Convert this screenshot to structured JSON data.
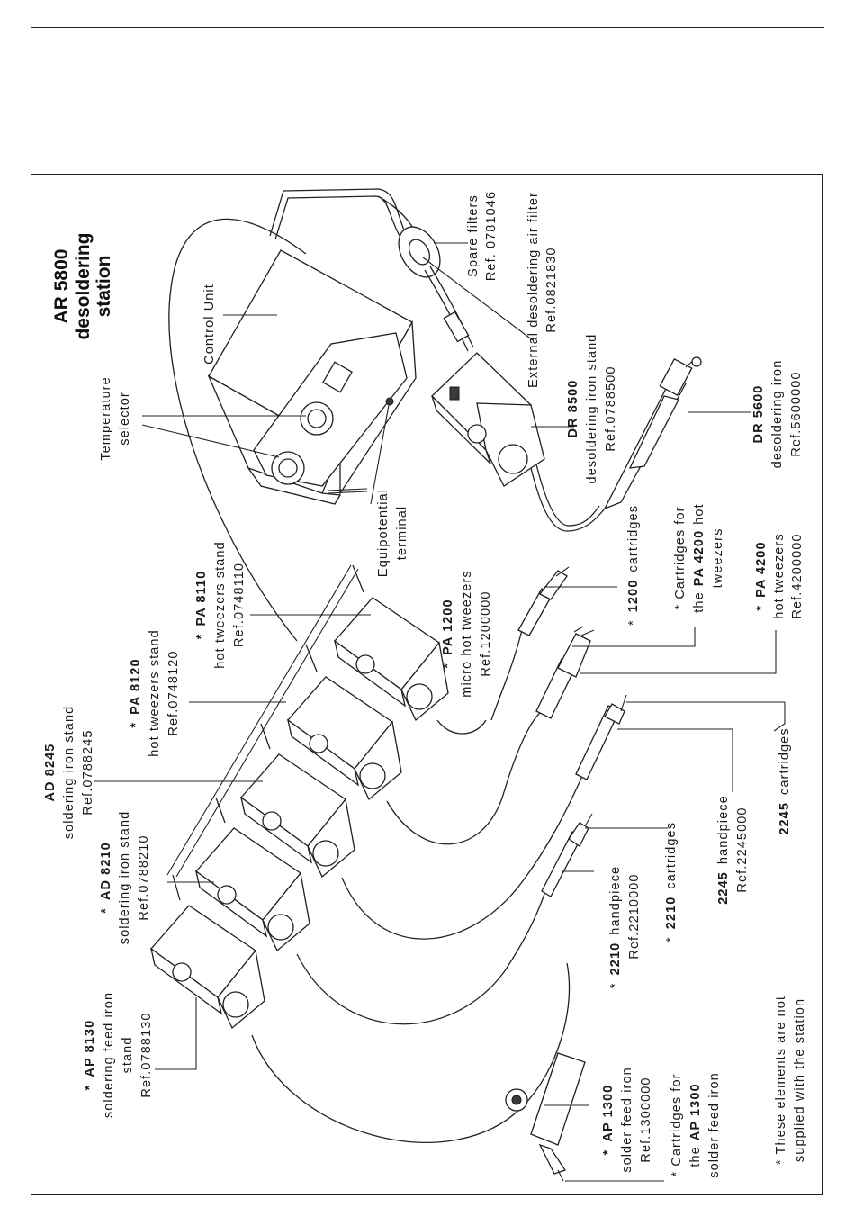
{
  "title": {
    "line1": "AR 5800",
    "line2": "desoldering",
    "line3": "station"
  },
  "labels": {
    "control_unit": "Control  Unit",
    "temp_selector": [
      "Temperature",
      "selector"
    ],
    "equipotential": [
      "Equipotential",
      "terminal"
    ],
    "spare_filters": [
      "Spare  filters",
      "Ref.  0781046"
    ],
    "external_filter": [
      "External  desoldering  air  filter",
      "Ref.0821830"
    ],
    "dr8500": {
      "code": "DR  8500",
      "desc": "desoldering  iron  stand",
      "ref": "Ref.0788500"
    },
    "dr5600": {
      "code": "DR  5600",
      "desc": "desoldering  iron",
      "ref": "Ref.5600000"
    },
    "pa8110": {
      "prefix": "*",
      "code": "PA  8110",
      "desc": "hot  tweezers  stand",
      "ref": "Ref.0748110"
    },
    "pa1200": {
      "prefix": "*",
      "code": "PA  1200",
      "desc": "micro  hot  tweezers",
      "ref": "Ref.1200000"
    },
    "c1200": {
      "prefix": "*",
      "code": "1200",
      "desc": "cartridges"
    },
    "cpa4200": {
      "line1": "*  Cartridges  for",
      "line2_pre": "the",
      "line2_code": "PA  4200",
      "line2_post": "hot",
      "line3": "tweezers"
    },
    "pa4200": {
      "prefix": "*",
      "code": "PA  4200",
      "desc": "hot  tweezers",
      "ref": "Ref.4200000"
    },
    "pa8120": {
      "prefix": "*",
      "code": "PA  8120",
      "desc": "hot  tweezers  stand",
      "ref": "Ref.0748120"
    },
    "ad8245": {
      "code": "AD  8245",
      "desc": "soldering  iron  stand",
      "ref": "Ref.0788245"
    },
    "c2245": {
      "code": "2245",
      "desc": "cartridges"
    },
    "h2245": {
      "code": "2245",
      "desc": "handpiece",
      "ref": "Ref.2245000"
    },
    "ad8210": {
      "prefix": "*",
      "code": "AD  8210",
      "desc": "soldering  iron  stand",
      "ref": "Ref.0788210"
    },
    "c2210": {
      "prefix": "*",
      "code": "2210",
      "desc": "cartridges"
    },
    "h2210": {
      "prefix": "*",
      "code": "2210",
      "desc": "handpiece",
      "ref": "Ref.2210000"
    },
    "ap8130": {
      "prefix": "*",
      "code": "AP  8130",
      "line1": "soldering  feed  iron",
      "line2": "stand",
      "ref": "Ref.0788130"
    },
    "ap1300": {
      "prefix": "*",
      "code": "AP  1300",
      "desc": "solder  feed  iron",
      "ref": "Ref.1300000"
    },
    "cap1300": {
      "line1": "*  Cartridges  for",
      "line2_pre": "the",
      "line2_code": "AP  1300",
      "line3": "solder  feed  iron"
    },
    "note": [
      "*  These  elements  are  not",
      "supplied  with  the  station"
    ]
  }
}
